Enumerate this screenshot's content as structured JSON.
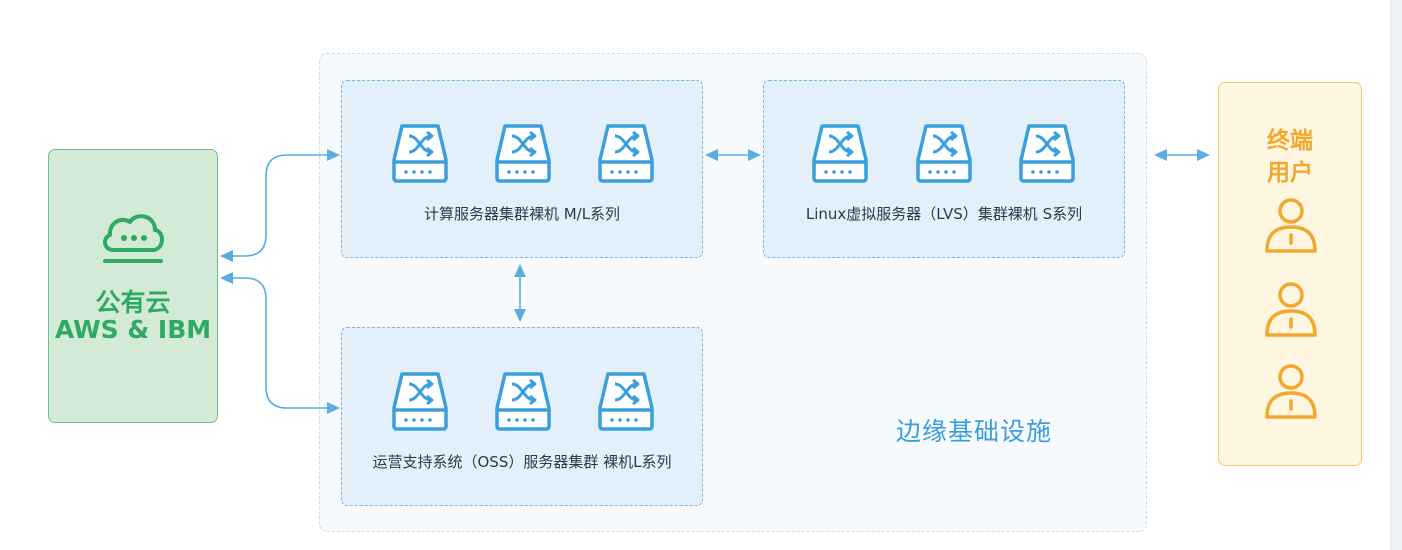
{
  "colors": {
    "blue_accent": "#3a9fdb",
    "arrow_blue": "#5aaee0",
    "cloud_green": "#2eaa63",
    "user_orange": "#f0a92d"
  },
  "public_cloud": {
    "icon": "cloud-icon",
    "line1": "公有云",
    "line2": "AWS & IBM"
  },
  "edge_infrastructure": {
    "label": "边缘基础设施",
    "groups": [
      {
        "icon": "server-switch-icon",
        "label": "计算服务器集群裸机 M/L系列",
        "count": 3
      },
      {
        "icon": "server-switch-icon",
        "label": "Linux虚拟服务器（LVS）集群裸机 S系列",
        "count": 3
      },
      {
        "icon": "server-switch-icon",
        "label": "运营支持系统（OSS）服务器集群 裸机L系列",
        "count": 3
      }
    ]
  },
  "end_users": {
    "icon": "user-icon",
    "line1": "终端",
    "line2": "用户",
    "count": 3
  }
}
